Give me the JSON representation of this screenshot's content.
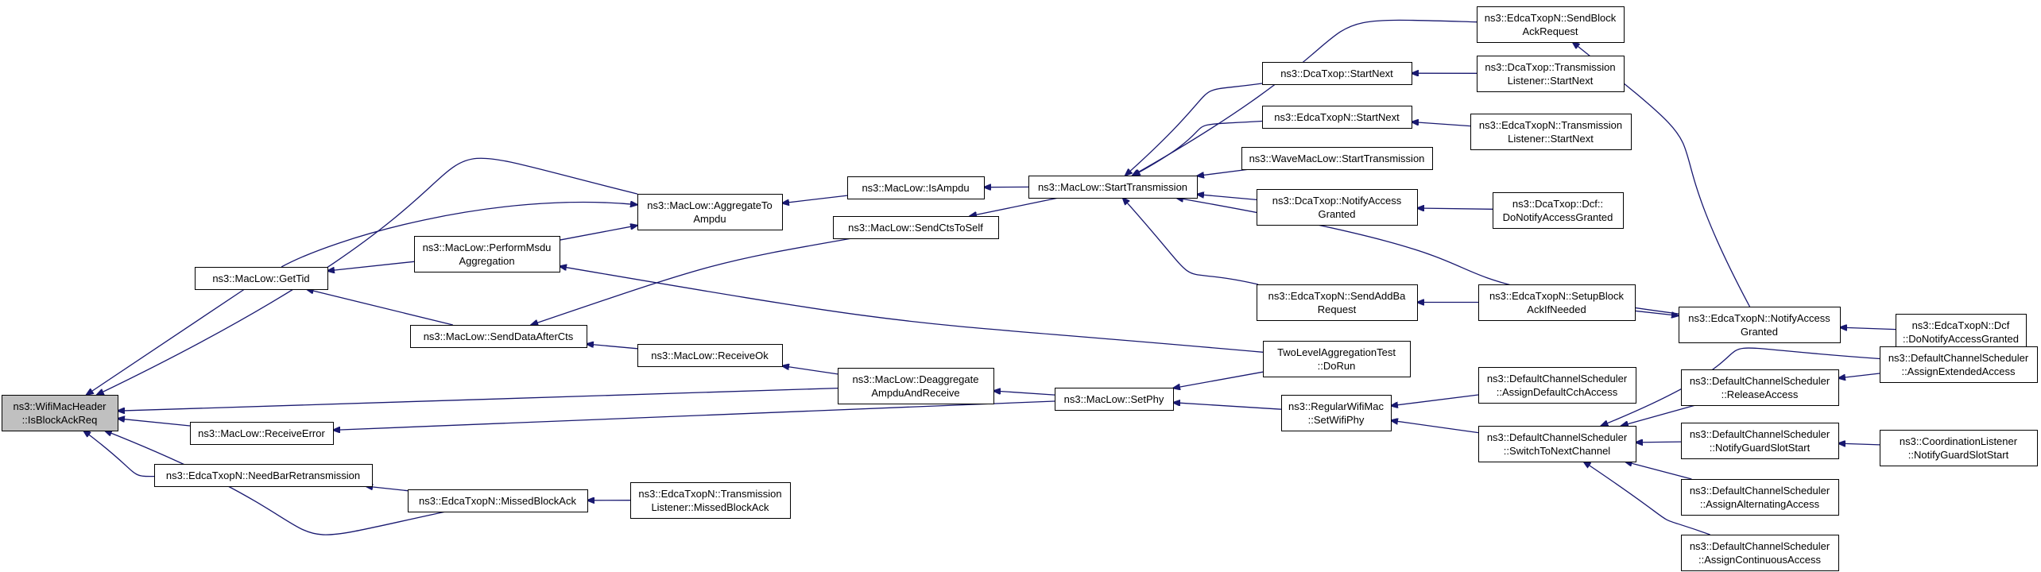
{
  "diagram": {
    "type": "doxygen-caller-graph",
    "focus_node": "n0",
    "colors": {
      "edge": "#191970",
      "node_border": "#000000",
      "node_fill": "#ffffff",
      "focus_fill": "#c0c0c0"
    },
    "nodes": [
      {
        "id": "n0",
        "lines": [
          "ns3::WifiMacHeader",
          "::IsBlockAckReq"
        ]
      },
      {
        "id": "n1",
        "lines": [
          "ns3::MacLow::AggregateTo",
          "Ampdu"
        ]
      },
      {
        "id": "n2",
        "lines": [
          "ns3::MacLow::GetTid"
        ]
      },
      {
        "id": "n3",
        "lines": [
          "ns3::MacLow::PerformMsdu",
          "Aggregation"
        ]
      },
      {
        "id": "n4",
        "lines": [
          "ns3::MacLow::SendDataAfterCts"
        ]
      },
      {
        "id": "n5",
        "lines": [
          "ns3::MacLow::ReceiveOk"
        ]
      },
      {
        "id": "n6",
        "lines": [
          "ns3::MacLow::Deaggregate",
          "AmpduAndReceive"
        ]
      },
      {
        "id": "n7",
        "lines": [
          "ns3::MacLow::ReceiveError"
        ]
      },
      {
        "id": "n8",
        "lines": [
          "ns3::EdcaTxopN::NeedBarRetransmission"
        ]
      },
      {
        "id": "n9",
        "lines": [
          "ns3::EdcaTxopN::MissedBlockAck"
        ]
      },
      {
        "id": "n10",
        "lines": [
          "ns3::EdcaTxopN::Transmission",
          "Listener::MissedBlockAck"
        ]
      },
      {
        "id": "n11",
        "lines": [
          "ns3::MacLow::IsAmpdu"
        ]
      },
      {
        "id": "n12",
        "lines": [
          "ns3::MacLow::SendCtsToSelf"
        ]
      },
      {
        "id": "n13",
        "lines": [
          "ns3::MacLow::StartTransmission"
        ]
      },
      {
        "id": "n14",
        "lines": [
          "ns3::MacLow::SetPhy"
        ]
      },
      {
        "id": "n15",
        "lines": [
          "ns3::EdcaTxopN::SendBlock",
          "AckRequest"
        ]
      },
      {
        "id": "n16",
        "lines": [
          "ns3::DcaTxop::StartNext"
        ]
      },
      {
        "id": "n17",
        "lines": [
          "ns3::DcaTxop::Transmission",
          "Listener::StartNext"
        ]
      },
      {
        "id": "n18",
        "lines": [
          "ns3::EdcaTxopN::StartNext"
        ]
      },
      {
        "id": "n19",
        "lines": [
          "ns3::EdcaTxopN::Transmission",
          "Listener::StartNext"
        ]
      },
      {
        "id": "n20",
        "lines": [
          "ns3::WaveMacLow::StartTransmission"
        ]
      },
      {
        "id": "n21",
        "lines": [
          "ns3::DcaTxop::NotifyAccess",
          "Granted"
        ]
      },
      {
        "id": "n22",
        "lines": [
          "ns3::DcaTxop::Dcf::",
          "DoNotifyAccessGranted"
        ]
      },
      {
        "id": "n23",
        "lines": [
          "ns3::EdcaTxopN::NotifyAccess",
          "Granted"
        ]
      },
      {
        "id": "n24",
        "lines": [
          "ns3::EdcaTxopN::Dcf",
          "::DoNotifyAccessGranted"
        ]
      },
      {
        "id": "n25",
        "lines": [
          "ns3::EdcaTxopN::SendAddBa",
          "Request"
        ]
      },
      {
        "id": "n26",
        "lines": [
          "ns3::EdcaTxopN::SetupBlock",
          "AckIfNeeded"
        ]
      },
      {
        "id": "n27",
        "lines": [
          "TwoLevelAggregationTest",
          "::DoRun"
        ]
      },
      {
        "id": "n28",
        "lines": [
          "ns3::RegularWifiMac",
          "::SetWifiPhy"
        ]
      },
      {
        "id": "n29",
        "lines": [
          "ns3::DefaultChannelScheduler",
          "::AssignDefaultCchAccess"
        ]
      },
      {
        "id": "n30",
        "lines": [
          "ns3::DefaultChannelScheduler",
          "::SwitchToNextChannel"
        ]
      },
      {
        "id": "n31",
        "lines": [
          "ns3::DefaultChannelScheduler",
          "::ReleaseAccess"
        ]
      },
      {
        "id": "n32",
        "lines": [
          "ns3::DefaultChannelScheduler",
          "::AssignExtendedAccess"
        ]
      },
      {
        "id": "n33",
        "lines": [
          "ns3::DefaultChannelScheduler",
          "::NotifyGuardSlotStart"
        ]
      },
      {
        "id": "n34",
        "lines": [
          "ns3::CoordinationListener",
          "::NotifyGuardSlotStart"
        ]
      },
      {
        "id": "n35",
        "lines": [
          "ns3::DefaultChannelScheduler",
          "::AssignAlternatingAccess"
        ]
      },
      {
        "id": "n36",
        "lines": [
          "ns3::DefaultChannelScheduler",
          "::AssignContinuousAccess"
        ]
      }
    ],
    "edges": [
      [
        "n1",
        "n0"
      ],
      [
        "n2",
        "n0"
      ],
      [
        "n6",
        "n0"
      ],
      [
        "n7",
        "n0"
      ],
      [
        "n8",
        "n0"
      ],
      [
        "n9",
        "n0"
      ],
      [
        "n2",
        "n1"
      ],
      [
        "n3",
        "n1"
      ],
      [
        "n11",
        "n1"
      ],
      [
        "n3",
        "n2"
      ],
      [
        "n4",
        "n2"
      ],
      [
        "n27",
        "n3"
      ],
      [
        "n5",
        "n4"
      ],
      [
        "n12",
        "n4"
      ],
      [
        "n6",
        "n5"
      ],
      [
        "n14",
        "n6"
      ],
      [
        "n14",
        "n7"
      ],
      [
        "n9",
        "n8"
      ],
      [
        "n10",
        "n9"
      ],
      [
        "n13",
        "n11"
      ],
      [
        "n13",
        "n12"
      ],
      [
        "n15",
        "n13"
      ],
      [
        "n16",
        "n13"
      ],
      [
        "n18",
        "n13"
      ],
      [
        "n20",
        "n13"
      ],
      [
        "n21",
        "n13"
      ],
      [
        "n23",
        "n13"
      ],
      [
        "n25",
        "n13"
      ],
      [
        "n27",
        "n14"
      ],
      [
        "n28",
        "n14"
      ],
      [
        "n23",
        "n15"
      ],
      [
        "n17",
        "n16"
      ],
      [
        "n19",
        "n18"
      ],
      [
        "n22",
        "n21"
      ],
      [
        "n24",
        "n23"
      ],
      [
        "n26",
        "n25"
      ],
      [
        "n26",
        "n23"
      ],
      [
        "n29",
        "n28"
      ],
      [
        "n30",
        "n28"
      ],
      [
        "n31",
        "n30"
      ],
      [
        "n32",
        "n30"
      ],
      [
        "n33",
        "n30"
      ],
      [
        "n35",
        "n30"
      ],
      [
        "n36",
        "n30"
      ],
      [
        "n32",
        "n31"
      ],
      [
        "n34",
        "n33"
      ]
    ]
  }
}
